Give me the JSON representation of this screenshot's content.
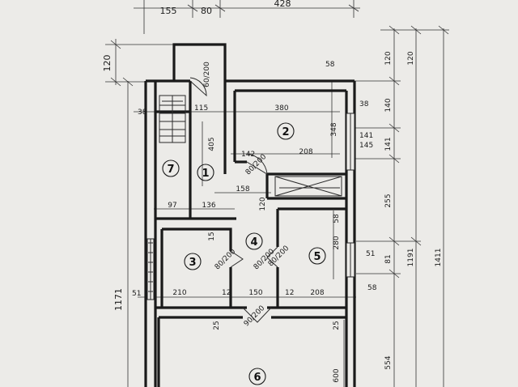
{
  "top_dimensions": [
    "155",
    "80",
    "428"
  ],
  "right_dimensions": [
    "120",
    "120",
    "140",
    "141",
    "255",
    "1191",
    "1411",
    "81",
    "554"
  ],
  "left_dimensions": [
    "120",
    "1171"
  ],
  "interior_labels": {
    "d_38a": "38",
    "d_115": "115",
    "d_380": "380",
    "d_58a": "58",
    "d_38b": "38",
    "d_348": "348",
    "d_141": "141",
    "d_145": "145",
    "d_405": "405",
    "d_142": "142",
    "d_208a": "208",
    "d_158": "158",
    "d_97": "97",
    "d_136": "136",
    "d_120": "120",
    "d_15": "15",
    "d_58b": "58",
    "d_280": "280",
    "d_51a": "51",
    "d_210": "210",
    "d_12a": "12",
    "d_150": "150",
    "d_12b": "12",
    "d_208b": "208",
    "d_58c": "58",
    "d_51b": "51",
    "d_25a": "25",
    "d_25b": "25",
    "d_600": "600",
    "door_60_200": "60/200",
    "door_80_200a": "80/200",
    "door_80_200b": "80/200",
    "door_80_200c": "80/200",
    "door_80_200d": "80/200",
    "door_90_200": "90/200"
  },
  "rooms": [
    {
      "number": "1"
    },
    {
      "number": "2"
    },
    {
      "number": "3"
    },
    {
      "number": "4"
    },
    {
      "number": "5"
    },
    {
      "number": "6"
    },
    {
      "number": "7"
    }
  ]
}
